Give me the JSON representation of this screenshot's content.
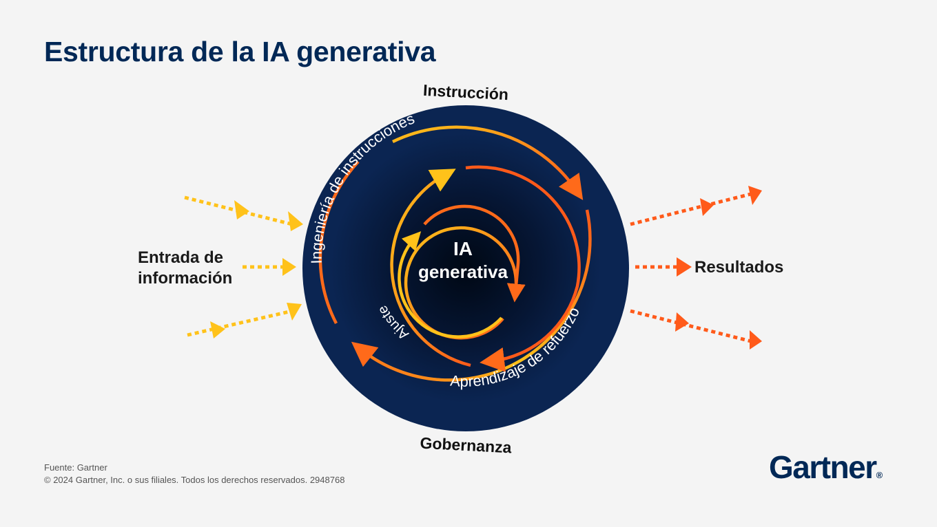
{
  "header": {
    "title": "Estructura de la IA generativa"
  },
  "diagram": {
    "top_label": "Instrucción",
    "bottom_label": "Gobernanza",
    "input_label_line1": "Entrada de",
    "input_label_line2": "información",
    "output_label": "Resultados",
    "center_line1": "IA",
    "center_line2": "generativa",
    "outer_ring_label": "Ingeniería de instrucciones",
    "middle_ring_label": "Aprendizaje de refuerzo",
    "inner_ring_label": "Ajuste",
    "colors": {
      "navy": "#002856",
      "circle": "#0b2552",
      "orange": "#ff6a1a",
      "yellow": "#ffc21a",
      "logo": "#002856"
    }
  },
  "footer": {
    "source": "Fuente: Gartner",
    "copyright": "© 2024 Gartner, Inc. o sus filiales. Todos los derechos reservados. 2948768"
  },
  "logo": {
    "text": "Gartner",
    "mark": "®"
  }
}
